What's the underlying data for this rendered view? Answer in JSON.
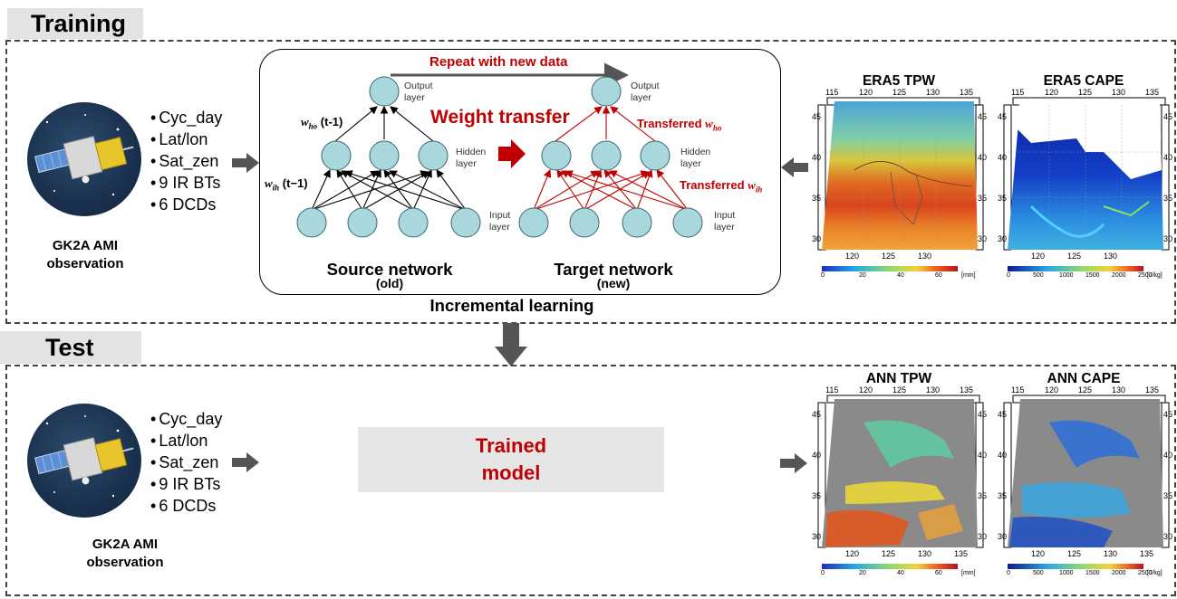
{
  "training": {
    "label": "Training",
    "inputs": [
      "Cyc_day",
      "Lat/lon",
      "Sat_zen",
      "9 IR BTs",
      "6 DCDs"
    ],
    "satellite_caption": [
      "GK2A AMI",
      "observation"
    ],
    "repeat_label": "Repeat with new data",
    "weight_transfer_label": "Weight transfer",
    "source_weights": {
      "who": "w",
      "who_sub": "ho",
      "who_suffix": " (t-1)",
      "wih": "w",
      "wih_sub": "ih",
      "wih_suffix": " (t−1)"
    },
    "target_weights": {
      "who_prefix": "Transferred ",
      "who": "w",
      "who_sub": "ho",
      "wih_prefix": "Transferred ",
      "wih": "w",
      "wih_sub": "ih"
    },
    "layers": {
      "output": [
        "Output",
        "layer"
      ],
      "hidden": [
        "Hidden",
        "layer"
      ],
      "input": [
        "Input",
        "layer"
      ]
    },
    "source_network": {
      "title": "Source network",
      "sub": "(old)"
    },
    "target_network": {
      "title": "Target network",
      "sub": "(new)"
    },
    "incremental_label": "Incremental learning",
    "maps": [
      {
        "title": "ERA5 TPW",
        "top_ticks": [
          "115",
          "120",
          "125",
          "130",
          "135"
        ],
        "bottom_ticks": [
          "120",
          "125",
          "130"
        ],
        "lat_ticks": [
          "45",
          "40",
          "35",
          "30"
        ],
        "cbar_ticks": [
          "0",
          "20",
          "40",
          "60"
        ],
        "unit": "[mm]"
      },
      {
        "title": "ERA5 CAPE",
        "top_ticks": [
          "115",
          "120",
          "125",
          "130",
          "135"
        ],
        "bottom_ticks": [
          "120",
          "125",
          "130"
        ],
        "lat_ticks": [
          "45",
          "40",
          "35",
          "30"
        ],
        "cbar_ticks": [
          "0",
          "500",
          "1000",
          "1500",
          "2000",
          "2500"
        ],
        "unit": "[J/kg]"
      }
    ]
  },
  "test": {
    "label": "Test",
    "inputs": [
      "Cyc_day",
      "Lat/lon",
      "Sat_zen",
      "9 IR BTs",
      "6 DCDs"
    ],
    "satellite_caption": [
      "GK2A AMI",
      "observation"
    ],
    "trained_model": [
      "Trained",
      "model"
    ],
    "maps": [
      {
        "title": "ANN TPW",
        "top_ticks": [
          "115",
          "120",
          "125",
          "130",
          "135"
        ],
        "bottom_ticks": [
          "120",
          "125",
          "130",
          "135"
        ],
        "lat_ticks": [
          "45",
          "40",
          "35",
          "30"
        ],
        "cbar_ticks": [
          "0",
          "20",
          "40",
          "60"
        ],
        "unit": "[mm]"
      },
      {
        "title": "ANN CAPE",
        "top_ticks": [
          "115",
          "120",
          "125",
          "130",
          "135"
        ],
        "bottom_ticks": [
          "120",
          "125",
          "130",
          "135"
        ],
        "lat_ticks": [
          "45",
          "40",
          "35",
          "30"
        ],
        "cbar_ticks": [
          "0",
          "500",
          "1000",
          "1500",
          "2000",
          "2500"
        ],
        "unit": "[J/kg]"
      }
    ]
  },
  "colors": {
    "accent_red": "#c00000",
    "node_fill": "#a9d8dc",
    "arrow_gray": "#555555",
    "label_bg": "#e3e3e3"
  }
}
